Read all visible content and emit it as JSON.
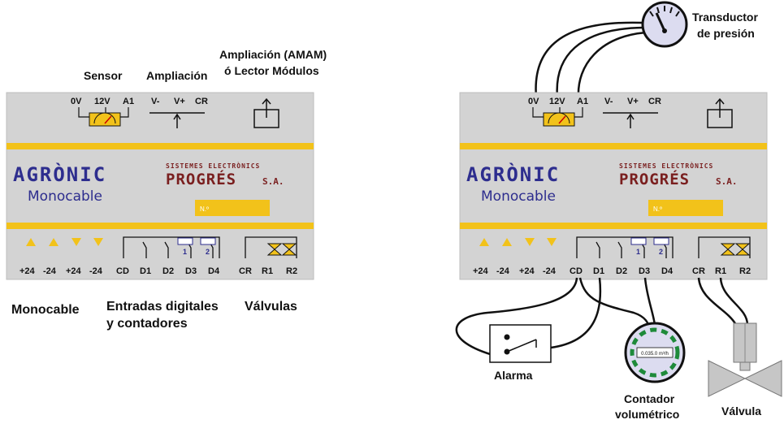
{
  "left_panel": {
    "header_labels": {
      "sensor": "Sensor",
      "ampliacion": "Ampliación",
      "amam_line1": "Ampliación (AMAM)",
      "amam_line2": "ó Lector Módulos"
    },
    "top_terminals": [
      "0V",
      "12V",
      "A1",
      "V-",
      "V+",
      "CR"
    ],
    "bottom_terminals": [
      "+24",
      "-24",
      "+24",
      "-24",
      "CD",
      "D1",
      "D2",
      "D3",
      "D4",
      "CR",
      "R1",
      "R2"
    ],
    "footer_labels": {
      "monocable": "Monocable",
      "entradas_line1": "Entradas digitales",
      "entradas_line2": "y contadores",
      "valvulas": "Válvulas"
    }
  },
  "right_panel": {
    "top_terminals": [
      "0V",
      "12V",
      "A1",
      "V-",
      "V+",
      "CR"
    ],
    "bottom_terminals": [
      "+24",
      "-24",
      "+24",
      "-24",
      "CD",
      "D1",
      "D2",
      "D3",
      "D4",
      "CR",
      "R1",
      "R2"
    ],
    "transducer_line1": "Transductor",
    "transducer_line2": "de presión",
    "alarm_label": "Alarma",
    "counter_line1": "Contador",
    "counter_line2": "volumétrico",
    "counter_display": "0.035.0 m³/h",
    "valve_label": "Válvula"
  },
  "device": {
    "brand": "AGRÒNIC",
    "model": "Monocable",
    "maker_line1": "SISTEMES ELECTRÒNICS",
    "maker_line2": "PROGRÉS",
    "maker_suffix": "S.A.",
    "serial_prefix": "N.º",
    "counter_marks": [
      "1",
      "2"
    ]
  },
  "colors": {
    "housing": "#d3d3d3",
    "stripe": "#f2c21a",
    "brand_blue": "#2d2d8e",
    "maker_red": "#7a1f1f",
    "gauge_green": "#1e8a3a"
  }
}
